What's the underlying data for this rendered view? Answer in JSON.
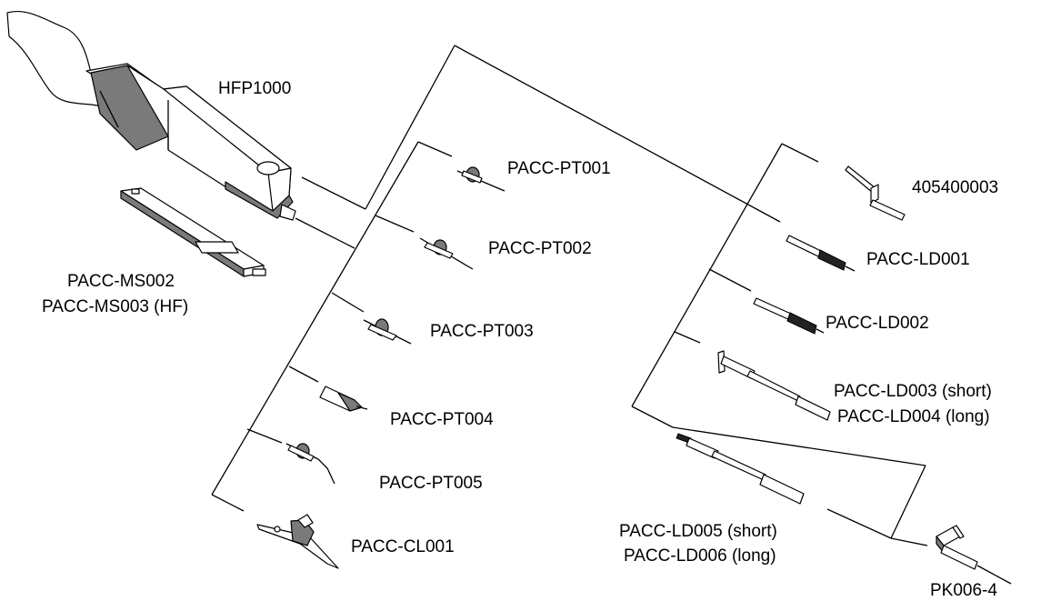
{
  "labels": {
    "hfp1000": "HFP1000",
    "pacc_ms002": "PACC-MS002",
    "pacc_ms003": "PACC-MS003 (HF)",
    "pacc_pt001": "PACC-PT001",
    "pacc_pt002": "PACC-PT002",
    "pacc_pt003": "PACC-PT003",
    "pacc_pt004": "PACC-PT004",
    "pacc_pt005": "PACC-PT005",
    "pacc_cl001": "PACC-CL001",
    "p405400003": "405400003",
    "pacc_ld001": "PACC-LD001",
    "pacc_ld002": "PACC-LD002",
    "pacc_ld003": "PACC-LD003 (short)",
    "pacc_ld004": "PACC-LD004 (long)",
    "pacc_ld005": "PACC-LD005 (short)",
    "pacc_ld006": "PACC-LD006 (long)",
    "pk006_4": "PK006-4"
  }
}
